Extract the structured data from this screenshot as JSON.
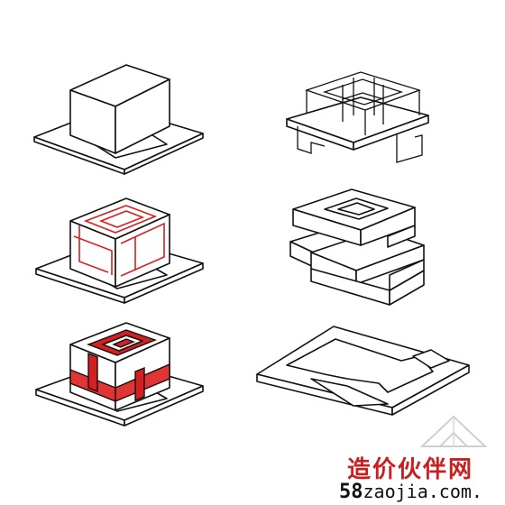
{
  "diagrams": [
    {
      "id": "solid-mass",
      "position_label": "top-left"
    },
    {
      "id": "skeleton-frame",
      "position_label": "top-right"
    },
    {
      "id": "red-outline-mass",
      "position_label": "middle-left"
    },
    {
      "id": "split-stacked-blocks",
      "position_label": "middle-right"
    },
    {
      "id": "red-band-mass",
      "position_label": "bottom-left"
    },
    {
      "id": "carved-site-plinth",
      "position_label": "bottom-right"
    }
  ],
  "watermark": {
    "chinese_text": "造价伙伴网",
    "url_prefix": "58",
    "url_rest": "zaojia.com",
    "url_dot": "."
  },
  "colors": {
    "line": "#111111",
    "accent_red": "#d42020",
    "watermark_red": "#c82020",
    "background": "#ffffff"
  }
}
